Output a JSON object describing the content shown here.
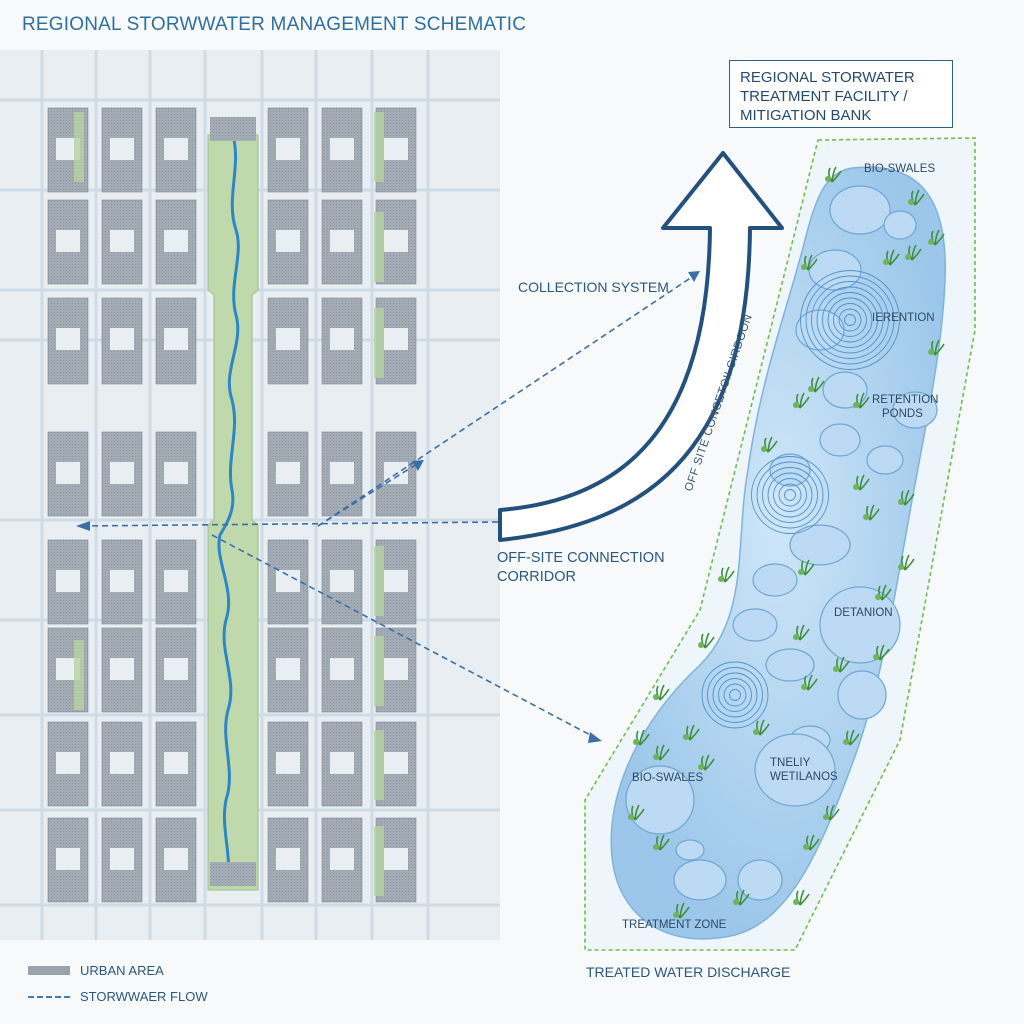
{
  "title": "REGIONAL STORWWATER MANAGEMENT SCHEMATIC",
  "facility": {
    "lines": [
      "REGIONAL STORWATER",
      "TREATMENT FACILITY /",
      "MITIGATION BANK"
    ]
  },
  "labels": {
    "collection_system": "COLLECTION SYSTEM",
    "corridor_lines": [
      "OFF-SITE CONNECTION",
      "CORRIDOR"
    ],
    "treated_discharge": "TREATED WATER DISCHARGE",
    "corridor_vertical": "OFF SITE CONCETOII CIRDOON"
  },
  "zones": {
    "bio_swales_top": "BIO-SWALES",
    "retention": "IERENTION",
    "retention_ponds": [
      "RETENTION",
      "PONDS"
    ],
    "detention": "DETANION",
    "wetlands": [
      "TNELIY",
      "WETILANOS"
    ],
    "bio_swales_bottom": "BIO-SWALES",
    "treatment_zone": "TREATMENT ZONE"
  },
  "legend": {
    "urban_area": "URBAN AREA",
    "stormwater_flow": "STORWWAER FLOW"
  },
  "colors": {
    "blocks": "#9aa3ad",
    "streets": "#dde6ee",
    "green": "#b9d6a8",
    "water": "#3b8fd1",
    "flow_dash": "#3b6fa8",
    "facility_fill": "#c6e0f5",
    "facility_border": "#6bbf4e"
  }
}
